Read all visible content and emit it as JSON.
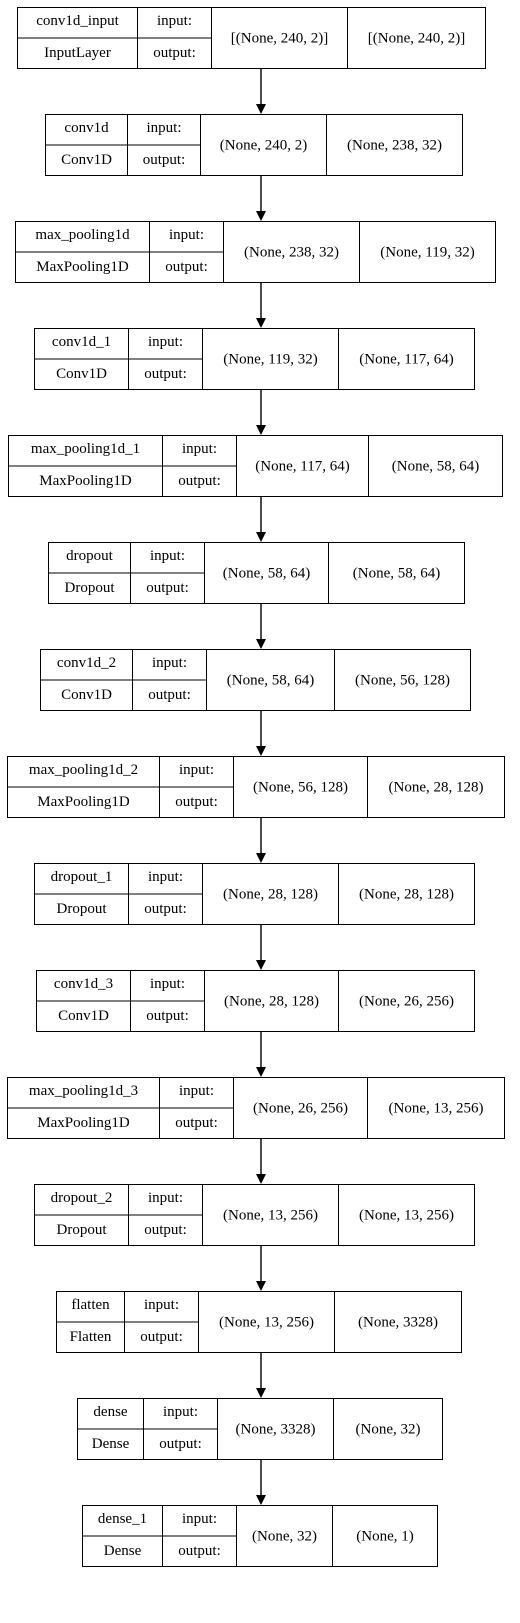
{
  "layers": [
    {
      "name": "conv1d_input",
      "type": "InputLayer",
      "input": "[(None, 240, 2)]",
      "output": "[(None, 240, 2)]"
    },
    {
      "name": "conv1d",
      "type": "Conv1D",
      "input": "(None, 240, 2)",
      "output": "(None, 238, 32)"
    },
    {
      "name": "max_pooling1d",
      "type": "MaxPooling1D",
      "input": "(None, 238, 32)",
      "output": "(None, 119, 32)"
    },
    {
      "name": "conv1d_1",
      "type": "Conv1D",
      "input": "(None, 119, 32)",
      "output": "(None, 117, 64)"
    },
    {
      "name": "max_pooling1d_1",
      "type": "MaxPooling1D",
      "input": "(None, 117, 64)",
      "output": "(None, 58, 64)"
    },
    {
      "name": "dropout",
      "type": "Dropout",
      "input": "(None, 58, 64)",
      "output": "(None, 58, 64)"
    },
    {
      "name": "conv1d_2",
      "type": "Conv1D",
      "input": "(None, 58, 64)",
      "output": "(None, 56, 128)"
    },
    {
      "name": "max_pooling1d_2",
      "type": "MaxPooling1D",
      "input": "(None, 56, 128)",
      "output": "(None, 28, 128)"
    },
    {
      "name": "dropout_1",
      "type": "Dropout",
      "input": "(None, 28, 128)",
      "output": "(None, 28, 128)"
    },
    {
      "name": "conv1d_3",
      "type": "Conv1D",
      "input": "(None, 28, 128)",
      "output": "(None, 26, 256)"
    },
    {
      "name": "max_pooling1d_3",
      "type": "MaxPooling1D",
      "input": "(None, 26, 256)",
      "output": "(None, 13, 256)"
    },
    {
      "name": "dropout_2",
      "type": "Dropout",
      "input": "(None, 13, 256)",
      "output": "(None, 13, 256)"
    },
    {
      "name": "flatten",
      "type": "Flatten",
      "input": "(None, 13, 256)",
      "output": "(None, 3328)"
    },
    {
      "name": "dense",
      "type": "Dense",
      "input": "(None, 3328)",
      "output": "(None, 32)"
    },
    {
      "name": "dense_1",
      "type": "Dense",
      "input": "(None, 32)",
      "output": "(None, 1)"
    }
  ],
  "labels": {
    "input": "input:",
    "output": "output:"
  },
  "colors": {
    "stroke": "#000000",
    "background": "#ffffff",
    "text": "#000000"
  }
}
